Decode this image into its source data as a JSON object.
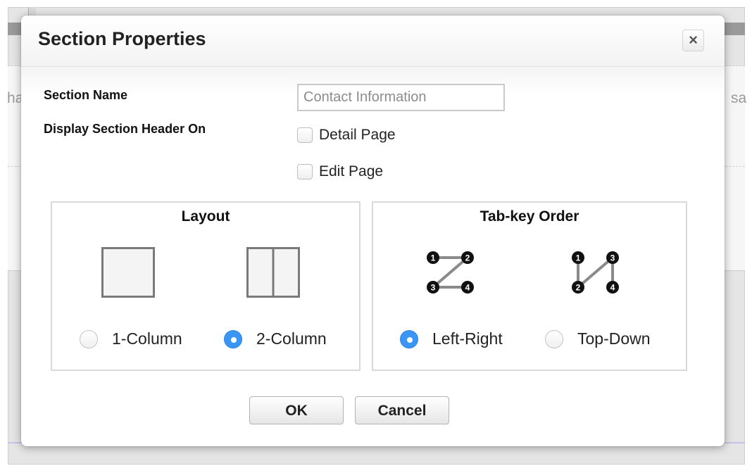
{
  "background": {
    "left_text": "ha",
    "right_text": "sa"
  },
  "dialog": {
    "title": "Section Properties",
    "close_label": "×",
    "section_name": {
      "label": "Section Name",
      "placeholder": "Contact Information"
    },
    "display_header": {
      "label": "Display Section Header On",
      "options": [
        {
          "label": "Detail Page",
          "checked": false
        },
        {
          "label": "Edit Page",
          "checked": false
        }
      ]
    },
    "layout": {
      "title": "Layout",
      "options": [
        {
          "label": "1-Column",
          "selected": false
        },
        {
          "label": "2-Column",
          "selected": true
        }
      ]
    },
    "tab_order": {
      "title": "Tab-key Order",
      "options": [
        {
          "label": "Left-Right",
          "selected": true
        },
        {
          "label": "Top-Down",
          "selected": false
        }
      ],
      "node_labels": [
        "1",
        "2",
        "3",
        "4"
      ]
    },
    "buttons": {
      "ok": "OK",
      "cancel": "Cancel"
    }
  },
  "colors": {
    "radio_selected": "#3b95f5",
    "background_frame": "#e5e5e5"
  }
}
